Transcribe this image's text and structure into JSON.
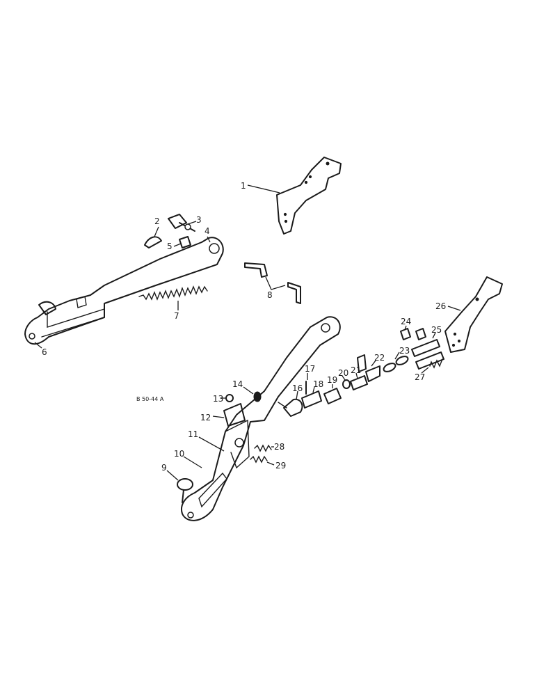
{
  "drawing_ref": "B 50-44 A",
  "callouts": {
    "c1": "1",
    "c2": "2",
    "c3": "3",
    "c4": "4",
    "c5": "5",
    "c6": "6",
    "c7": "7",
    "c8": "8",
    "c9": "9",
    "c10": "10",
    "c11": "11",
    "c12": "12",
    "c13": "13",
    "c14": "14",
    "c16": "16",
    "c17": "17",
    "c18": "18",
    "c19": "19",
    "c20": "20",
    "c21": "21",
    "c22": "22",
    "c23": "23",
    "c24": "24",
    "c25": "25",
    "c26": "26",
    "c27": "27",
    "c28": "28",
    "c29": "29"
  }
}
